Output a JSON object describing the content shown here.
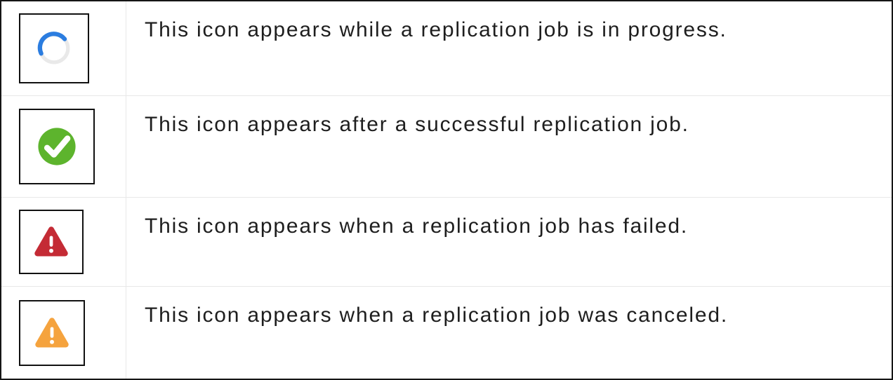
{
  "table": {
    "rows": [
      {
        "icon": "spinner-in-progress-icon",
        "status": "in-progress",
        "description": "This icon appears while a replication job is in progress."
      },
      {
        "icon": "success-check-icon",
        "status": "success",
        "description": "This icon appears after a successful replication job."
      },
      {
        "icon": "failed-warning-icon",
        "status": "failed",
        "description": "This icon appears when a replication job has failed."
      },
      {
        "icon": "canceled-warning-icon",
        "status": "canceled",
        "description": "This icon appears when a replication job was canceled."
      }
    ]
  },
  "colors": {
    "spinner_track": "#e9e9e9",
    "spinner_arc": "#2b7de0",
    "success_green": "#5db42d",
    "failed_red": "#c42b35",
    "canceled_orange": "#f5a33e",
    "divider": "#e8e8e8",
    "frame_border": "#151515",
    "text_color": "#1e1e1e"
  }
}
